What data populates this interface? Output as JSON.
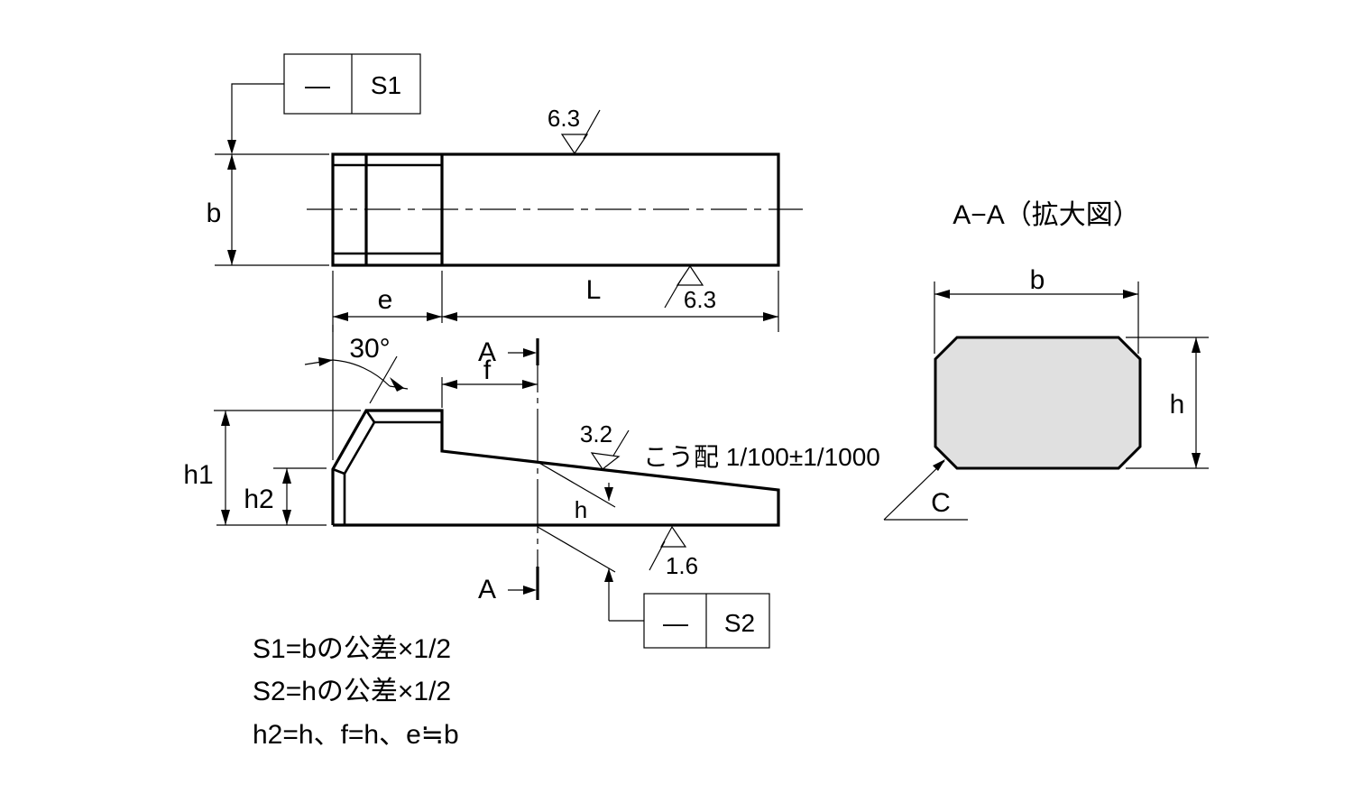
{
  "drawing": {
    "top_view": {
      "dim_width": "b",
      "dim_e": "e",
      "dim_length": "L",
      "roughness_top": "6.3",
      "roughness_bottom": "6.3",
      "tolerance_frame": {
        "symbol": "—",
        "value": "S1"
      }
    },
    "side_view": {
      "angle": "30°",
      "dim_f": "f",
      "dim_h1": "h1",
      "dim_h2": "h2",
      "dim_h": "h",
      "section_mark_top": "A",
      "section_mark_bottom": "A",
      "roughness_slope": "3.2",
      "roughness_base": "1.6",
      "slope_note": "こう配 1/100±1/1000",
      "tolerance_frame": {
        "symbol": "—",
        "value": "S2"
      }
    },
    "section_view": {
      "title": "A−A（拡大図）",
      "dim_width": "b",
      "dim_height": "h",
      "chamfer": "C",
      "fill_color": "#e0e0e0"
    },
    "notes": [
      "S1=bの公差×1/2",
      "S2=hの公差×1/2",
      "h2=h、f=h、e≒b"
    ]
  }
}
